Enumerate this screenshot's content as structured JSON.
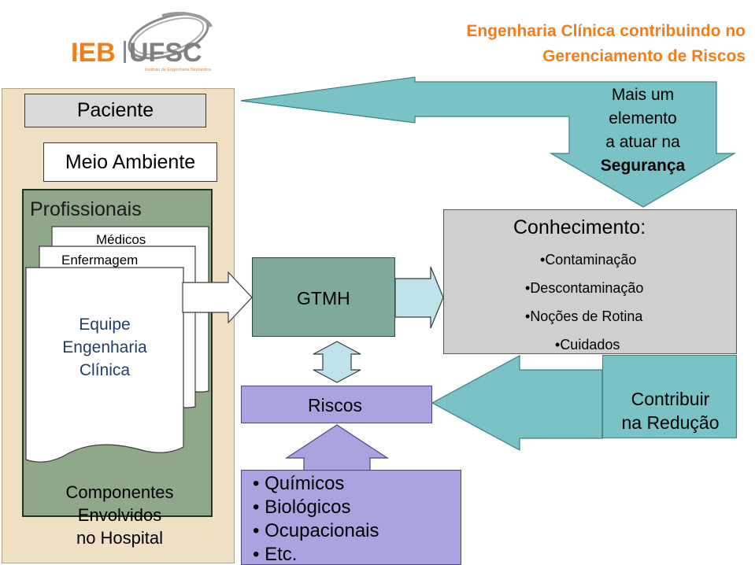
{
  "header": {
    "title_line1": "Engenharia Clínica contribuindo no",
    "title_line2": "Gerenciamento de Riscos",
    "logo_text_left": "IEB",
    "logo_text_right": "UFSC",
    "logo_subtitle": "Instituto de Engenharia Biomédica"
  },
  "components": {
    "paciente": "Paciente",
    "meio_ambiente": "Meio Ambiente",
    "profissionais": "Profissionais",
    "medicos": "Médicos",
    "enfermagem": "Enfermagem",
    "equipe_line1": "Equipe",
    "equipe_line2": "Engenharia",
    "equipe_line3": "Clínica",
    "footer_line1": "Componentes",
    "footer_line2": "Envolvidos",
    "footer_line3": "no Hospital"
  },
  "center": {
    "gtmh": "GTMH",
    "riscos": "Riscos",
    "agents": [
      "Químicos",
      "Biológicos",
      "Ocupacionais",
      "Etc."
    ]
  },
  "safety": {
    "line1": "Mais um",
    "line2": "elemento",
    "line3": "a atuar na",
    "line4": "Segurança"
  },
  "knowledge": {
    "title": "Conhecimento:",
    "items": [
      "Contaminação",
      "Descontaminação",
      "Noções de Rotina",
      "Cuidados"
    ]
  },
  "reduction": {
    "line1": "Contribuir",
    "line2": "na Redução"
  },
  "colors": {
    "title_orange": "#f07e1d",
    "gtmh_green": "#7fa99b",
    "risk_lavender": "#a9a4e0",
    "arrow_teal": "#79c2c6",
    "panel_beige": "#efe0c4",
    "pro_green": "#8fa889"
  }
}
